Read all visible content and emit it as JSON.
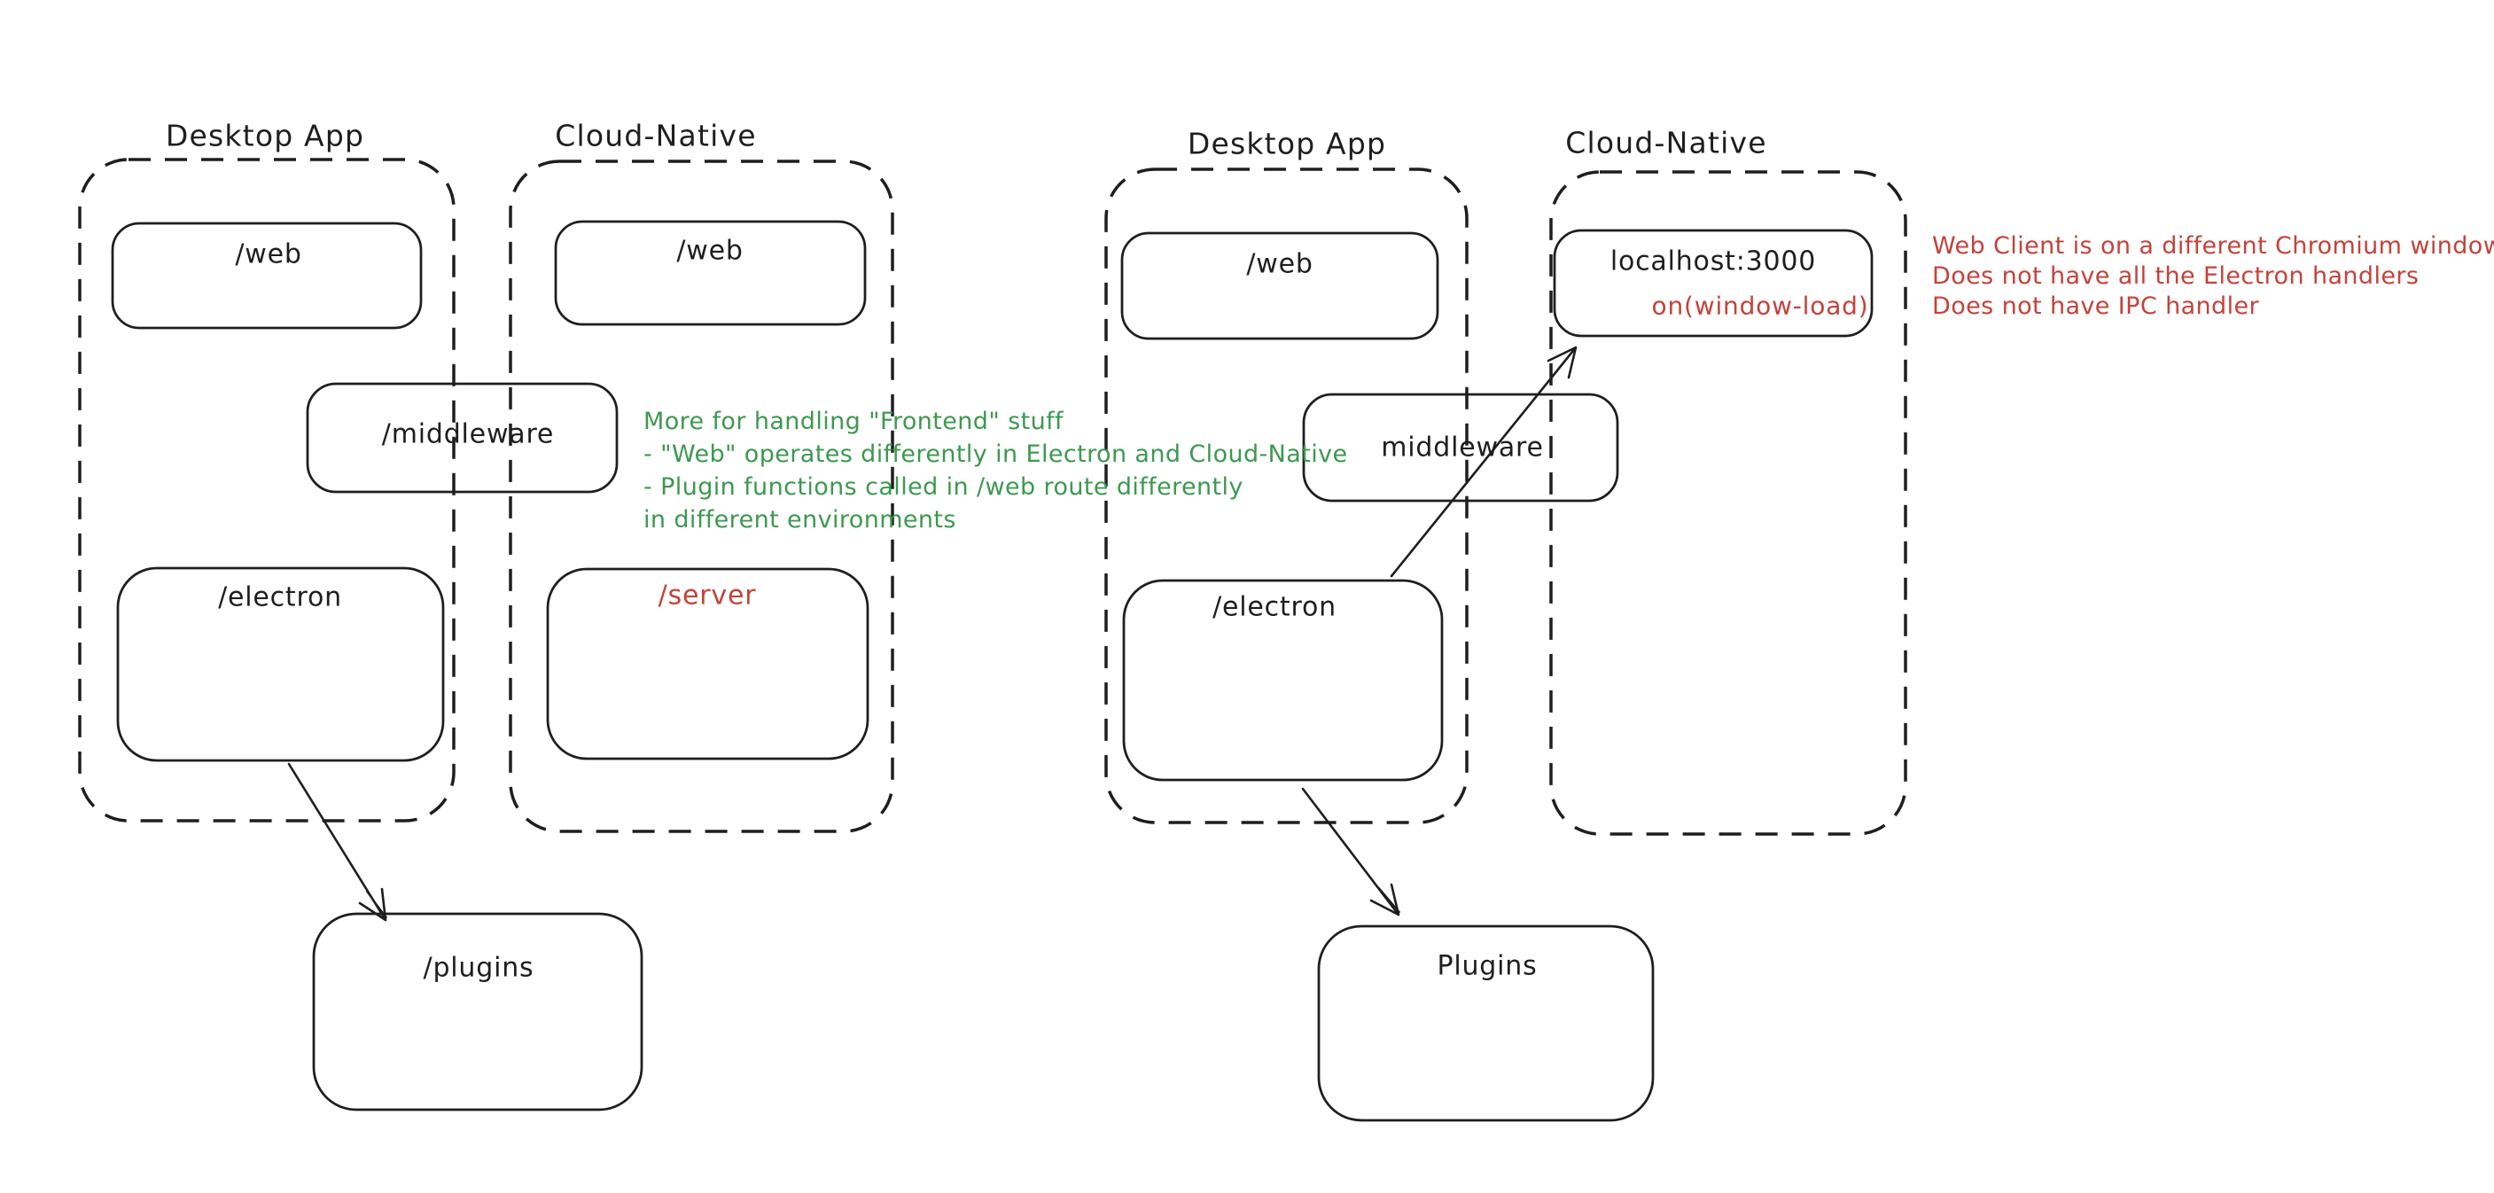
{
  "colors": {
    "ink": "#1e1e1e",
    "green": "#3d9950",
    "red": "#c5423a",
    "bg": "#ffffff"
  },
  "left_diagram": {
    "desktop_title": "Desktop App",
    "cloud_title": "Cloud-Native",
    "web_desktop": "/web",
    "web_cloud": "/web",
    "middleware": "/middleware",
    "electron": "/electron",
    "server": "/server",
    "plugins": "/plugins",
    "green_note": [
      "More for handling \"Frontend\" stuff",
      "- \"Web\" operates differently in Electron and Cloud-Native",
      "- Plugin functions called in /web route differently",
      "in different environments"
    ]
  },
  "right_diagram": {
    "desktop_title": "Desktop App",
    "cloud_title": "Cloud-Native",
    "web": "/web",
    "localhost": "localhost:3000",
    "window_load": "on(window-load)",
    "middleware": "middleware",
    "electron": "/electron",
    "plugins": "Plugins",
    "red_note": [
      "Web Client is on a different Chromium window",
      "Does not have all the Electron handlers",
      "Does not have IPC handler"
    ]
  }
}
